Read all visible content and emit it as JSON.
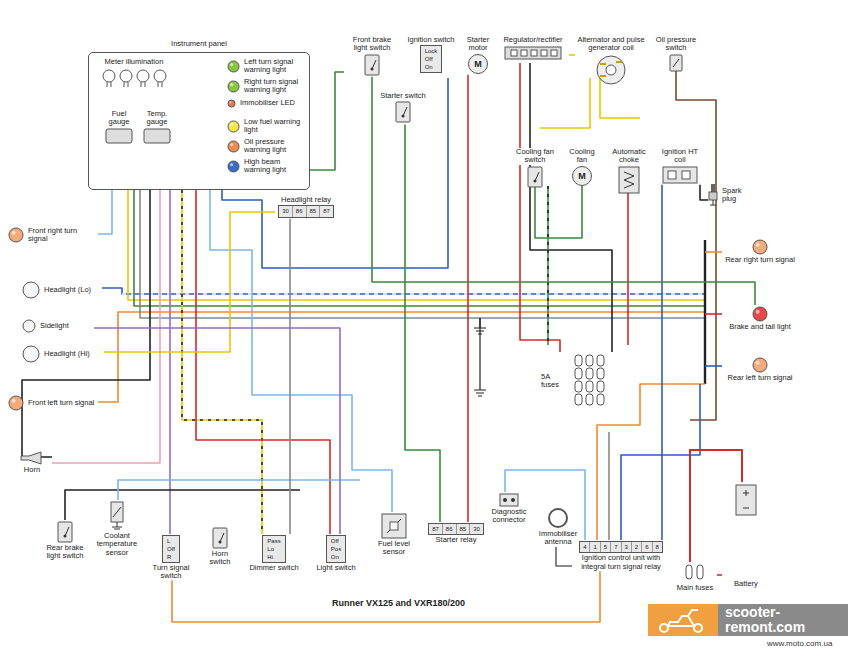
{
  "diagram": {
    "caption": "Runner VX125 and VXR180/200",
    "nodes": [
      {
        "text": [
          "Instrument panel"
        ]
      },
      {
        "text": [
          "Meter illumination"
        ],
        "in": 0
      },
      {
        "text": [
          "Fuel gauge"
        ],
        "in": 0
      },
      {
        "text": [
          "Temp. gauge"
        ],
        "in": 0
      },
      {
        "text": [
          "Left turn signal warning light"
        ],
        "in": 0
      },
      {
        "text": [
          "Right turn signal warning light"
        ],
        "in": 0
      },
      {
        "text": [
          "Immobiliser LED"
        ],
        "in": 0
      },
      {
        "text": [
          "Low fuel warning light"
        ],
        "in": 0
      },
      {
        "text": [
          "Oil pressure warning light"
        ],
        "in": 0
      },
      {
        "text": [
          "High beam warning light"
        ],
        "in": 0
      },
      {
        "text": [
          "Front brake light switch"
        ]
      },
      {
        "text": [
          "Ignition switch",
          "Lock",
          "Off",
          "On"
        ]
      },
      {
        "text": [
          "Starter motor",
          "M"
        ]
      },
      {
        "text": [
          "Regulator/rectifier"
        ]
      },
      {
        "text": [
          "Alternator and pulse generator coil"
        ]
      },
      {
        "text": [
          "Oil pressure switch"
        ]
      },
      {
        "text": [
          "Starter switch"
        ]
      },
      {
        "text": [
          "Cooling fan switch"
        ]
      },
      {
        "text": [
          "Cooling fan",
          "M"
        ]
      },
      {
        "text": [
          "Automatic choke"
        ]
      },
      {
        "text": [
          "Ignition HT coil"
        ]
      },
      {
        "text": [
          "Spark plug"
        ]
      },
      {
        "text": [
          "Headlight relay",
          "30",
          "86",
          "85",
          "87"
        ]
      },
      {
        "text": [
          "Front right turn signal"
        ]
      },
      {
        "text": [
          "Headlight (Lo)"
        ]
      },
      {
        "text": [
          "Sidelight"
        ]
      },
      {
        "text": [
          "Headlight (Hi)"
        ]
      },
      {
        "text": [
          "Front left turn signal"
        ]
      },
      {
        "text": [
          "Horn"
        ]
      },
      {
        "text": [
          "Rear brake light switch"
        ]
      },
      {
        "text": [
          "Coolant temperature sensor"
        ]
      },
      {
        "text": [
          "Turn signal switch",
          "L",
          "Off",
          "R"
        ]
      },
      {
        "text": [
          "Horn switch"
        ]
      },
      {
        "text": [
          "Dimmer switch",
          "Pass",
          "Lo",
          "Hi"
        ]
      },
      {
        "text": [
          "Light switch",
          "Off",
          "Pos",
          "On"
        ]
      },
      {
        "text": [
          "Fuel level sensor"
        ]
      },
      {
        "text": [
          "Starter relay",
          "87",
          "86",
          "85",
          "30"
        ]
      },
      {
        "text": [
          "Diagnostic connector"
        ]
      },
      {
        "text": [
          "Immobiliser antenna"
        ]
      },
      {
        "text": [
          "Ignition control unit with integral turn signal relay",
          "4",
          "1",
          "5",
          "7",
          "3",
          "2",
          "6",
          "8"
        ]
      },
      {
        "text": [
          "Main fuses"
        ]
      },
      {
        "text": [
          "Battery"
        ]
      },
      {
        "text": [
          "Rear right turn signal"
        ]
      },
      {
        "text": [
          "Brake and tail light"
        ]
      },
      {
        "text": [
          "Rear left turn signal"
        ]
      },
      {
        "text": [
          "5A fuses"
        ]
      }
    ],
    "edges": [
      {
        "from": 13,
        "to": 14,
        "arrow": "none"
      },
      {
        "from": 36,
        "to": 12,
        "arrow": "none"
      },
      {
        "from": 16,
        "to": 36,
        "arrow": "none"
      },
      {
        "from": 20,
        "to": 21,
        "arrow": "none"
      },
      {
        "from": 38,
        "to": 39,
        "arrow": "none"
      },
      {
        "from": 39,
        "to": 20,
        "arrow": "none"
      },
      {
        "from": 33,
        "to": 22,
        "arrow": "none"
      },
      {
        "from": 22,
        "to": 26,
        "arrow": "none"
      },
      {
        "from": 34,
        "to": 25,
        "arrow": "none"
      },
      {
        "from": 10,
        "to": 43,
        "arrow": "none"
      },
      {
        "from": 31,
        "to": 39,
        "arrow": "none"
      },
      {
        "from": 41,
        "to": 40,
        "arrow": "none"
      }
    ],
    "labels": [
      "scooter-",
      "remont.com",
      "www.moto.com.ua"
    ]
  }
}
